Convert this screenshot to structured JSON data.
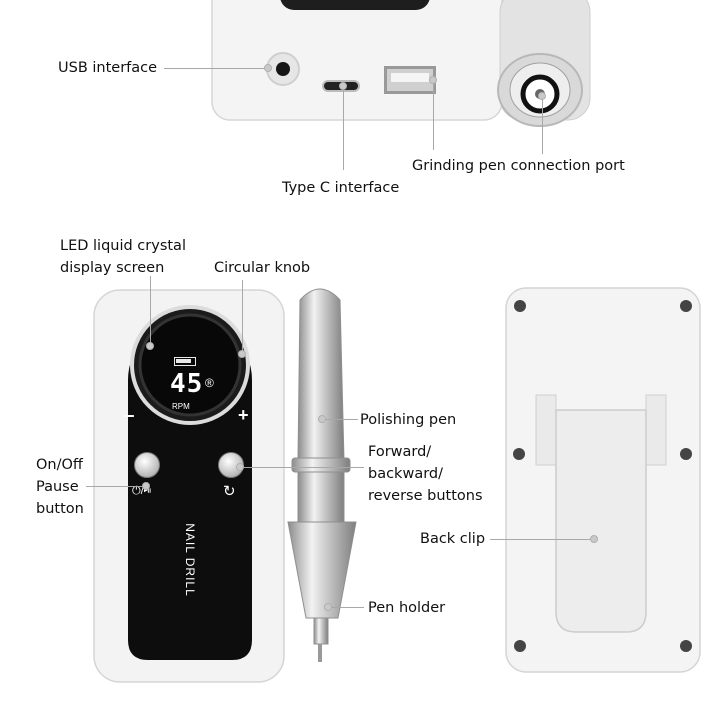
{
  "labels": {
    "usb_interface": "USB interface",
    "type_c_interface": "Type C interface",
    "grinding_pen_port": "Grinding pen connection port",
    "lcd_line1": "LED liquid crystal",
    "lcd_line2": "display screen",
    "circular_knob": "Circular knob",
    "polishing_pen": "Polishing pen",
    "forward_line1": "Forward/",
    "forward_line2": "backward/",
    "forward_line3": "reverse buttons",
    "onoff_line1": "On/Off",
    "onoff_line2": "Pause",
    "onoff_line3": "button",
    "back_clip": "Back clip",
    "pen_holder": "Pen holder"
  },
  "device": {
    "brand_text": "NAIL DRILL",
    "rpm_value": "45",
    "rpm_unit": "RPM",
    "minus_sign": "−",
    "plus_sign": "+",
    "power_icon_glyph": "⏻/⏯",
    "direction_icon_glyph": "↻",
    "registered_mark": "®"
  },
  "icons": [
    "usb-port-icon",
    "type-c-port-icon",
    "audio-jack-icon",
    "battery-icon",
    "power-pause-icon",
    "direction-icon"
  ],
  "colors": {
    "panel_black": "#0d0d0d",
    "body_white": "#f2f2f2",
    "pen_silver": "#c8c8c8",
    "leader_gray": "#a8a8a8"
  }
}
